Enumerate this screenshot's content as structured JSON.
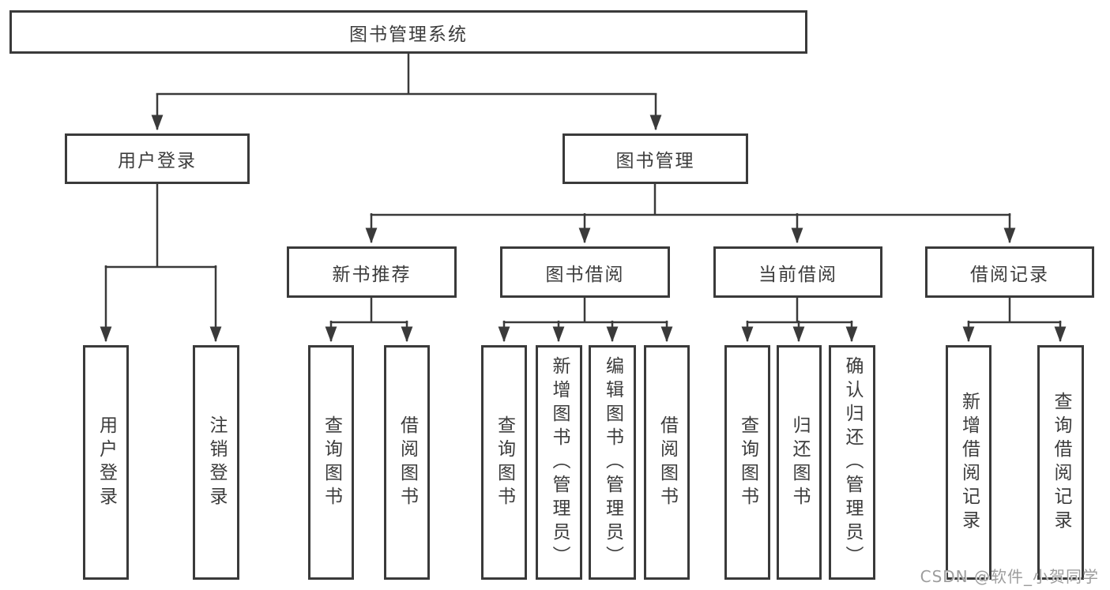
{
  "diagram_type": "hierarchy-tree",
  "colors": {
    "background": "#ffffff",
    "box_border": "#3a3a3a",
    "line": "#3a3a3a",
    "text": "#3c3c3c",
    "watermark": "#9d9d9d"
  },
  "tree": {
    "label": "图书管理系统",
    "children": [
      {
        "label": "用户登录",
        "children": [
          {
            "label": "用户登录"
          },
          {
            "label": "注销登录"
          }
        ]
      },
      {
        "label": "图书管理",
        "children": [
          {
            "label": "新书推荐",
            "children": [
              {
                "label": "查询图书"
              },
              {
                "label": "借阅图书"
              }
            ]
          },
          {
            "label": "图书借阅",
            "children": [
              {
                "label": "查询图书"
              },
              {
                "label": "新增图书（管理员）"
              },
              {
                "label": "编辑图书（管理员）"
              },
              {
                "label": "借阅图书"
              }
            ]
          },
          {
            "label": "当前借阅",
            "children": [
              {
                "label": "查询图书"
              },
              {
                "label": "归还图书"
              },
              {
                "label": "确认归还（管理员）"
              }
            ]
          },
          {
            "label": "借阅记录",
            "children": [
              {
                "label": "新增借阅记录"
              },
              {
                "label": "查询借阅记录"
              }
            ]
          }
        ]
      }
    ]
  },
  "watermark": "CSDN @软件_小贺同学"
}
